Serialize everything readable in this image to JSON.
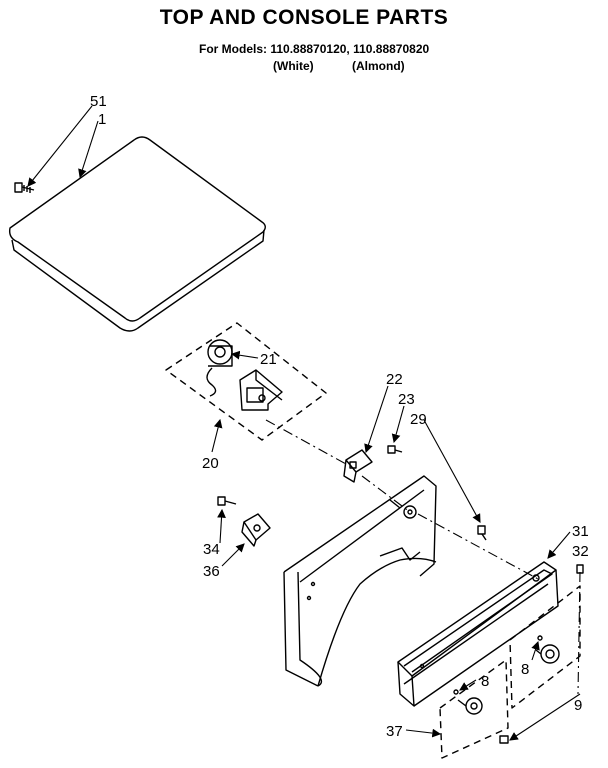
{
  "header": {
    "title": "TOP AND CONSOLE PARTS",
    "models_line": "For Models: 110.88870120, 110.88870820",
    "color_1": "(White)",
    "color_2": "(Almond)"
  },
  "callouts": {
    "c51": "51",
    "c1": "1",
    "c21": "21",
    "c20": "20",
    "c22": "22",
    "c23": "23",
    "c29": "29",
    "c34": "34",
    "c36": "36",
    "c31": "31",
    "c32": "32",
    "c8a": "8",
    "c8b": "8",
    "c9": "9",
    "c37": "37"
  },
  "colors": {
    "line": "#000000",
    "background": "#ffffff"
  }
}
